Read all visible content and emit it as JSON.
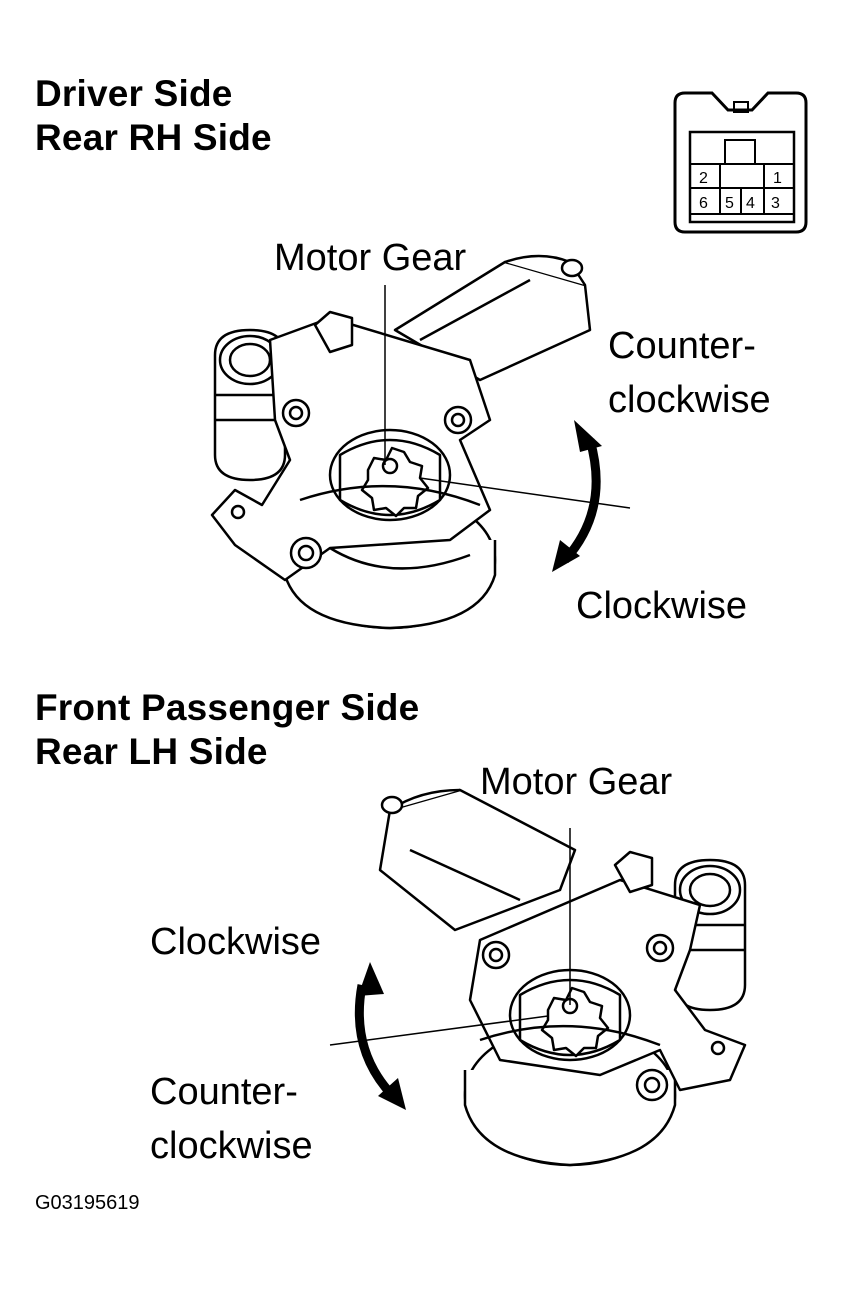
{
  "top_section": {
    "heading_line1": "Driver Side",
    "heading_line2": "Rear RH Side",
    "motor_gear_label": "Motor Gear",
    "ccw_label_line1": "Counter-",
    "ccw_label_line2": "clockwise",
    "cw_label": "Clockwise"
  },
  "bottom_section": {
    "heading_line1": "Front Passenger Side",
    "heading_line2": "Rear LH Side",
    "motor_gear_label": "Motor Gear",
    "cw_label": "Clockwise",
    "ccw_label_line1": "Counter-",
    "ccw_label_line2": "clockwise"
  },
  "connector": {
    "pins_top": [
      "2",
      "1"
    ],
    "pins_bottom": [
      "6",
      "5",
      "4",
      "3"
    ]
  },
  "figure_id": "G03195619",
  "icons": {
    "connector": "connector-face-icon",
    "arrow": "double-curved-arrow-icon"
  }
}
